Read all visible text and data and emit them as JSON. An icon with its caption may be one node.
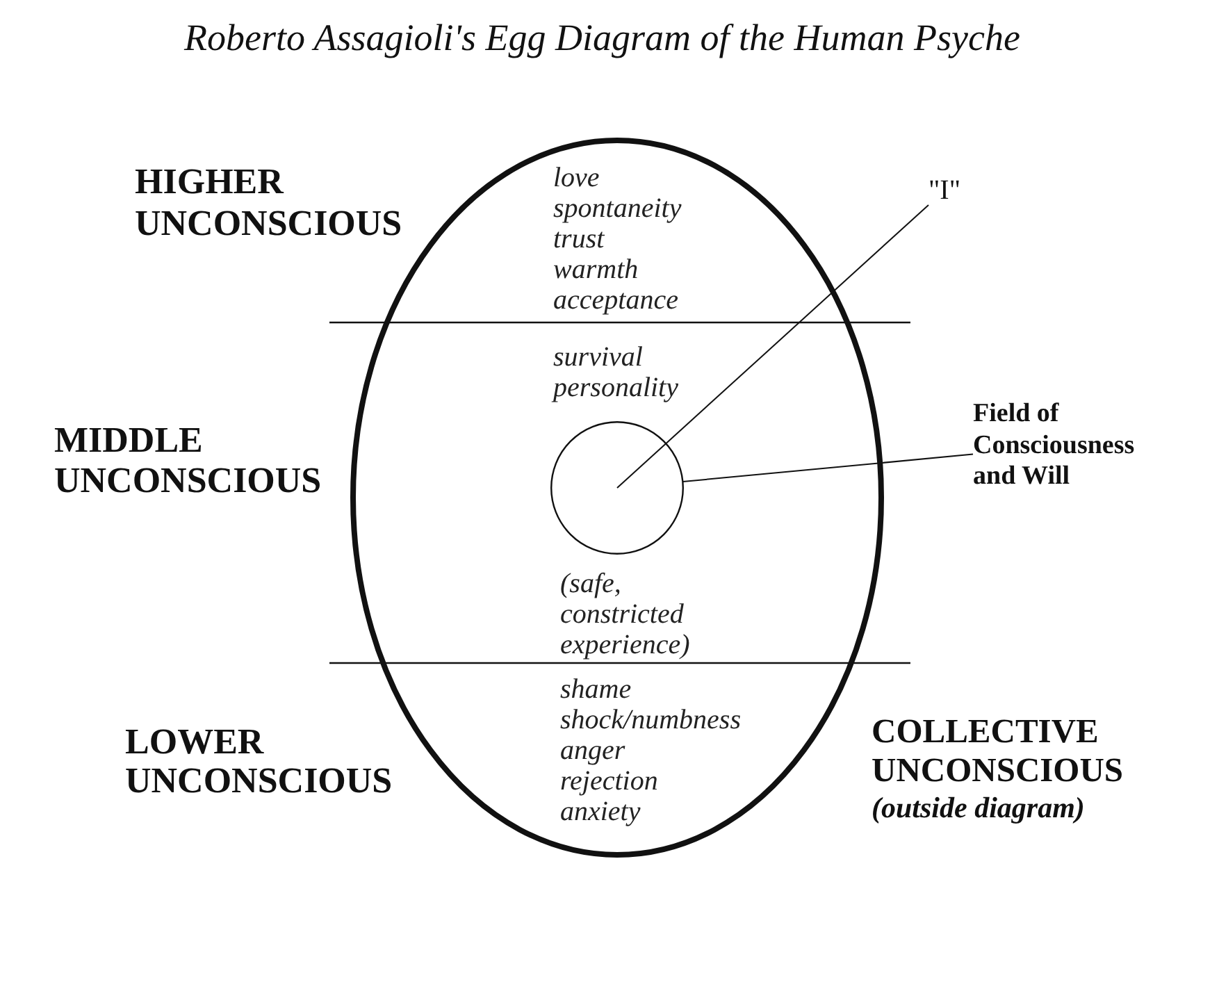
{
  "diagram": {
    "title": "Roberto Assagioli's Egg Diagram of the Human Psyche",
    "nodes": [
      {
        "text": [
          "love",
          "spontaneity",
          "trust",
          "warmth",
          "acceptance",
          "survival personality",
          "(safe, constricted experience)",
          "shame",
          "shock/numbness",
          "anger",
          "rejection",
          "anxiety"
        ]
      },
      {
        "text": [
          "\"I\""
        ]
      },
      {
        "text": [
          "Field of Consciousness and Will"
        ]
      },
      {
        "text": [],
        "shape": "circle",
        "in": 0
      }
    ],
    "edges": [
      {
        "from": 1,
        "to": 3,
        "arrow": "none"
      },
      {
        "from": 2,
        "to": 3,
        "arrow": "none"
      }
    ],
    "labels": [
      "HIGHER UNCONSCIOUS",
      "MIDDLE UNCONSCIOUS",
      "LOWER UNCONSCIOUS",
      "COLLECTIVE UNCONSCIOUS",
      "(outside diagram)"
    ]
  }
}
